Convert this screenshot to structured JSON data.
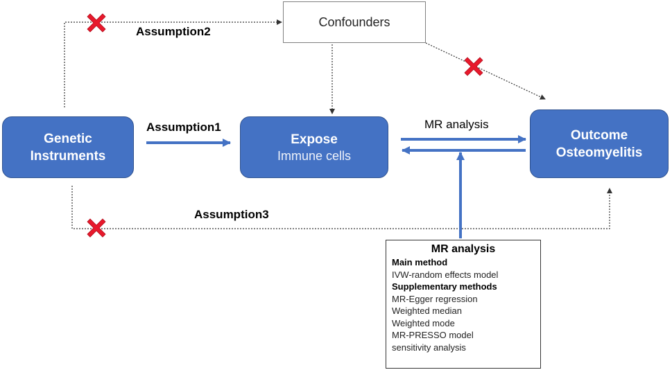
{
  "nodes": {
    "genetic": {
      "line1": "Genetic",
      "line2": "Instruments"
    },
    "expose": {
      "title": "Expose",
      "subtitle": "Immune cells"
    },
    "outcome": {
      "line1": "Outcome",
      "line2": "Osteomyelitis"
    },
    "confounders": {
      "label": "Confounders"
    }
  },
  "edges": {
    "assumption1": "Assumption1",
    "assumption2": "Assumption2",
    "assumption3": "Assumption3",
    "mr_analysis": "MR analysis"
  },
  "methods_box": {
    "title": "MR analysis",
    "main_heading": "Main method",
    "main_items": [
      "IVW-random effects model"
    ],
    "supp_heading": "Supplementary methods",
    "supp_items": [
      "MR-Egger regression",
      "Weighted median",
      "Weighted mode",
      "MR-PRESSO model",
      "sensitivity analysis"
    ]
  },
  "colors": {
    "node_fill": "#4472C4",
    "arrow_blue": "#4472C4",
    "cross_red": "#E8192C",
    "dotted": "#333333"
  }
}
